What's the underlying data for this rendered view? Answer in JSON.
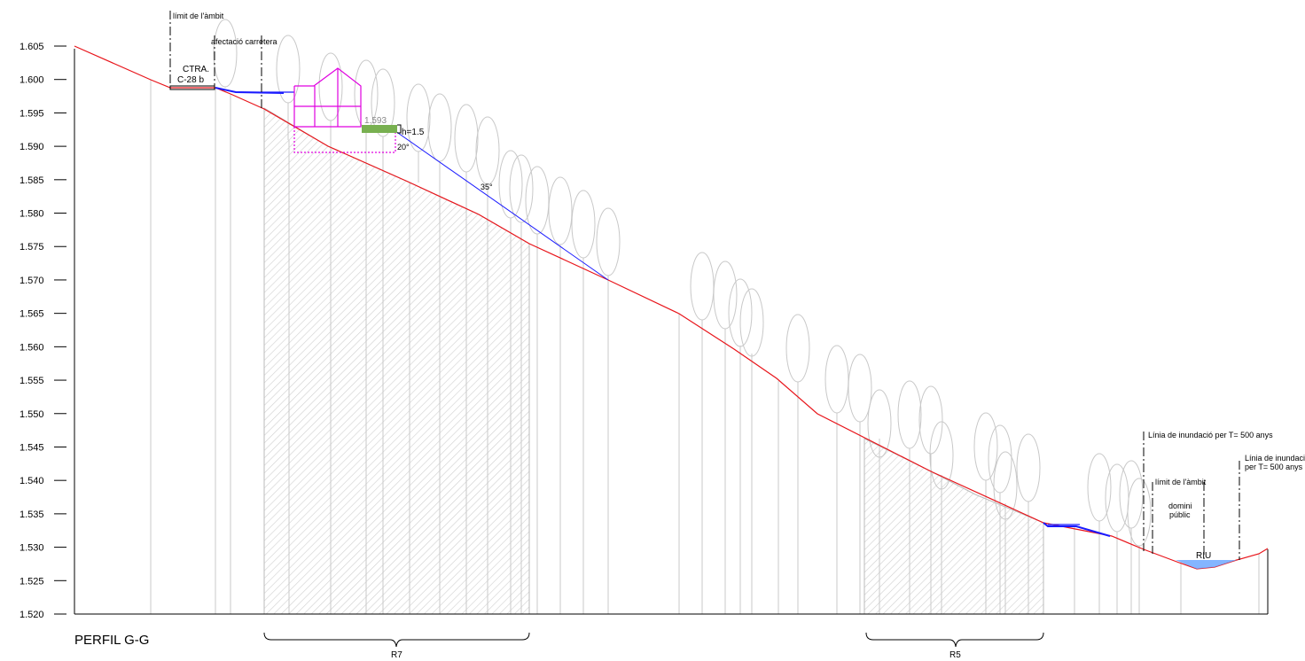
{
  "title": "PERFIL G-G",
  "colors": {
    "terrain": "#e8151b",
    "proposal": "#1a1aff",
    "building": "#e000e0",
    "green_box": "#78b050",
    "water": "#6fa8ff",
    "hatch": "#d0d0d0",
    "trees": "#c8c8c8"
  },
  "y_axis": {
    "labels": [
      "1.605",
      "1.600",
      "1.595",
      "1.590",
      "1.585",
      "1.580",
      "1.575",
      "1.570",
      "1.565",
      "1.560",
      "1.555",
      "1.550",
      "1.545",
      "1.540",
      "1.535",
      "1.530",
      "1.525",
      "1.520"
    ],
    "values": [
      1605,
      1600,
      1595,
      1590,
      1585,
      1580,
      1575,
      1570,
      1565,
      1560,
      1555,
      1550,
      1545,
      1540,
      1535,
      1530,
      1525,
      1520
    ]
  },
  "labels": {
    "limit_ambit_top": "límit de l'àmbit",
    "afectacio_carretera": "afectació carretera",
    "ctra_line1": "CTRA.",
    "ctra_line2": "C-28 b",
    "elevation_mark": "1.593",
    "height_mark": "h=1.5",
    "slope_20": "20°",
    "slope_35": "35°",
    "inundacio_1": "Línia de inundació per T= 500 anys",
    "inundacio_2_line1": "Línia de inundació",
    "inundacio_2_line2": "per T= 500 anys",
    "limit_ambit_right": "límit de l'àmbit",
    "domini_line1": "domini",
    "domini_line2": "públic",
    "riu": "RIU",
    "zone_r7": "R7",
    "zone_r5": "R5"
  }
}
